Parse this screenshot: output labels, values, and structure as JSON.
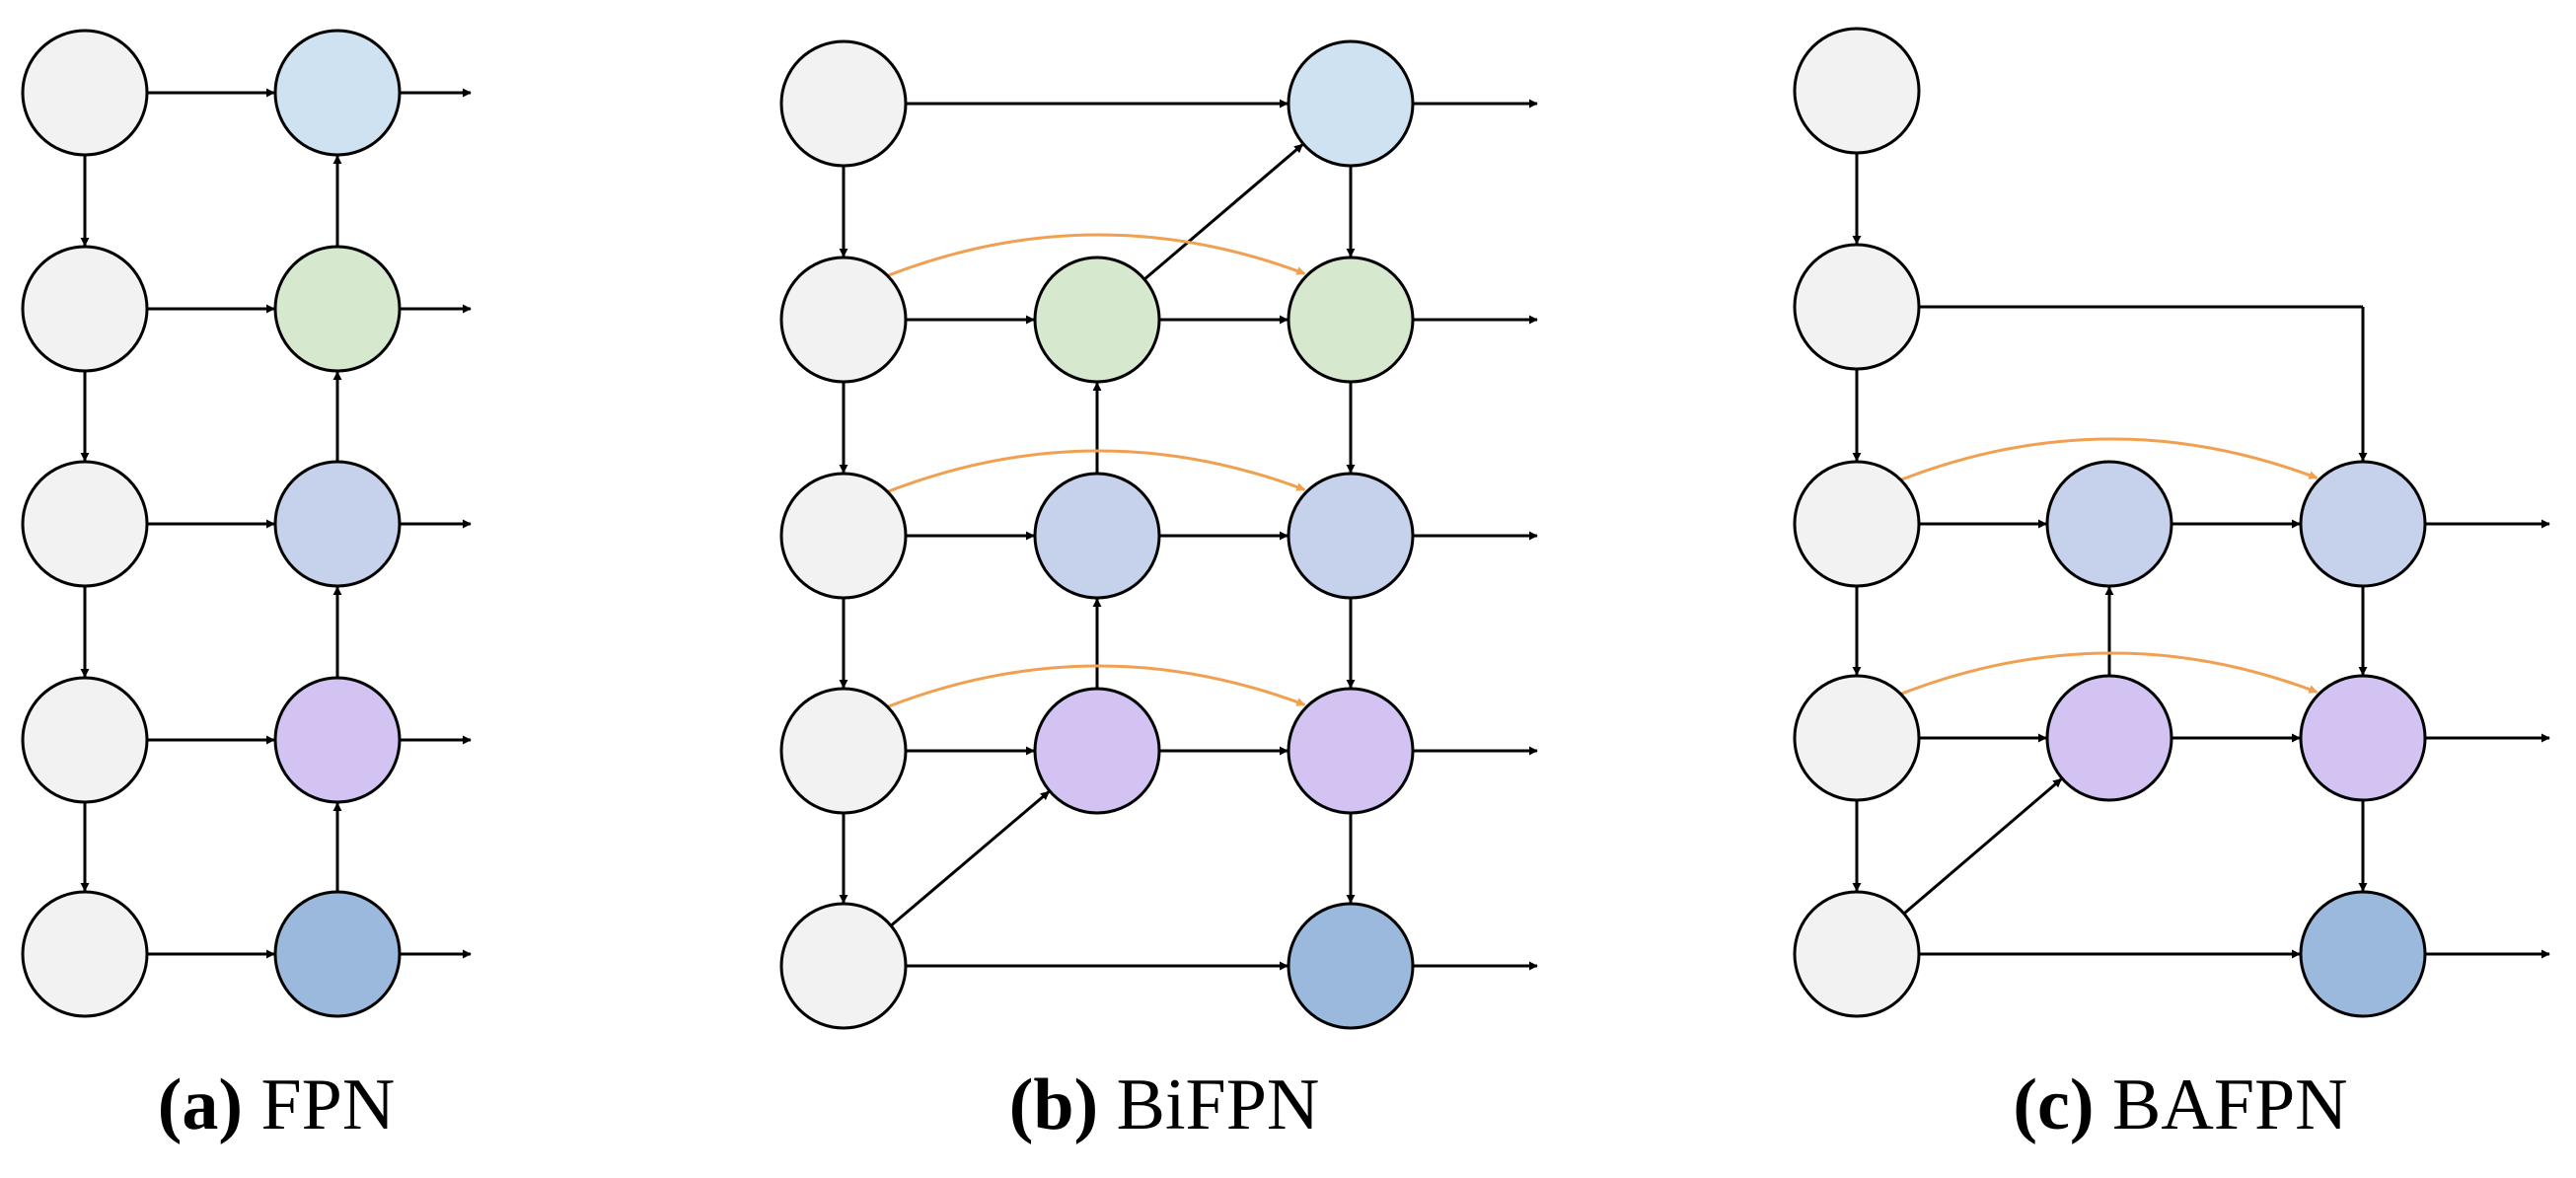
{
  "colors": {
    "input": "#f2f2f2",
    "p_top": "#cfe2f1",
    "p_green": "#d6e9cf",
    "p_blue": "#c6d2ec",
    "p_purple": "#d3c3f3",
    "p_bottom": "#9bb9dc",
    "stroke": "#000000",
    "skip_arrow": "#f0a050"
  },
  "panels": [
    {
      "id": "a",
      "tag": "(a)",
      "label": "FPN"
    },
    {
      "id": "b",
      "tag": "(b)",
      "label": "BiFPN"
    },
    {
      "id": "c",
      "tag": "(c)",
      "label": "BAFPN"
    }
  ]
}
